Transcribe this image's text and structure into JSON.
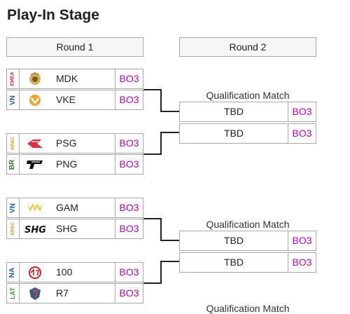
{
  "page": {
    "title": "Play-In Stage"
  },
  "rounds": [
    {
      "label": "Round 1"
    },
    {
      "label": "Round 2"
    }
  ],
  "colors": {
    "format_text": "#c000c0",
    "region_emea": "#c62828",
    "region_vn": "#1e5bb8",
    "region_apac": "#e0a020",
    "region_br": "#2e7d32",
    "region_na": "#1e5bb8",
    "region_lat": "#2e9d4a",
    "border": "#a8a8a8",
    "connector": "#222222"
  },
  "round1": {
    "matches": [
      {
        "teams": [
          {
            "region": "EMEA",
            "logo": "mdk-logo-icon",
            "name": "MDK",
            "format": "BO3"
          },
          {
            "region": "VN",
            "logo": "vke-logo-icon",
            "name": "VKE",
            "format": "BO3"
          }
        ]
      },
      {
        "teams": [
          {
            "region": "APAC",
            "logo": "psg-logo-icon",
            "name": "PSG",
            "format": "BO3"
          },
          {
            "region": "BR",
            "logo": "png-logo-icon",
            "name": "PNG",
            "format": "BO3"
          }
        ]
      },
      {
        "teams": [
          {
            "region": "VN",
            "logo": "gam-logo-icon",
            "name": "GAM",
            "format": "BO3"
          },
          {
            "region": "APAC",
            "logo": "shg-logo-icon",
            "name": "SHG",
            "format": "BO3"
          }
        ]
      },
      {
        "teams": [
          {
            "region": "NA",
            "logo": "100-logo-icon",
            "name": "100",
            "format": "BO3"
          },
          {
            "region": "LAT",
            "logo": "r7-logo-icon",
            "name": "R7",
            "format": "BO3"
          }
        ]
      }
    ]
  },
  "round2": {
    "matches": [
      {
        "label": "Qualification Match",
        "slots": [
          {
            "name": "TBD",
            "format": "BO3"
          },
          {
            "name": "TBD",
            "format": "BO3"
          }
        ]
      },
      {
        "label": "Qualification Match",
        "slots": [
          {
            "name": "TBD",
            "format": "BO3"
          },
          {
            "name": "TBD",
            "format": "BO3"
          }
        ]
      },
      {
        "label": "Qualification Match"
      }
    ]
  }
}
